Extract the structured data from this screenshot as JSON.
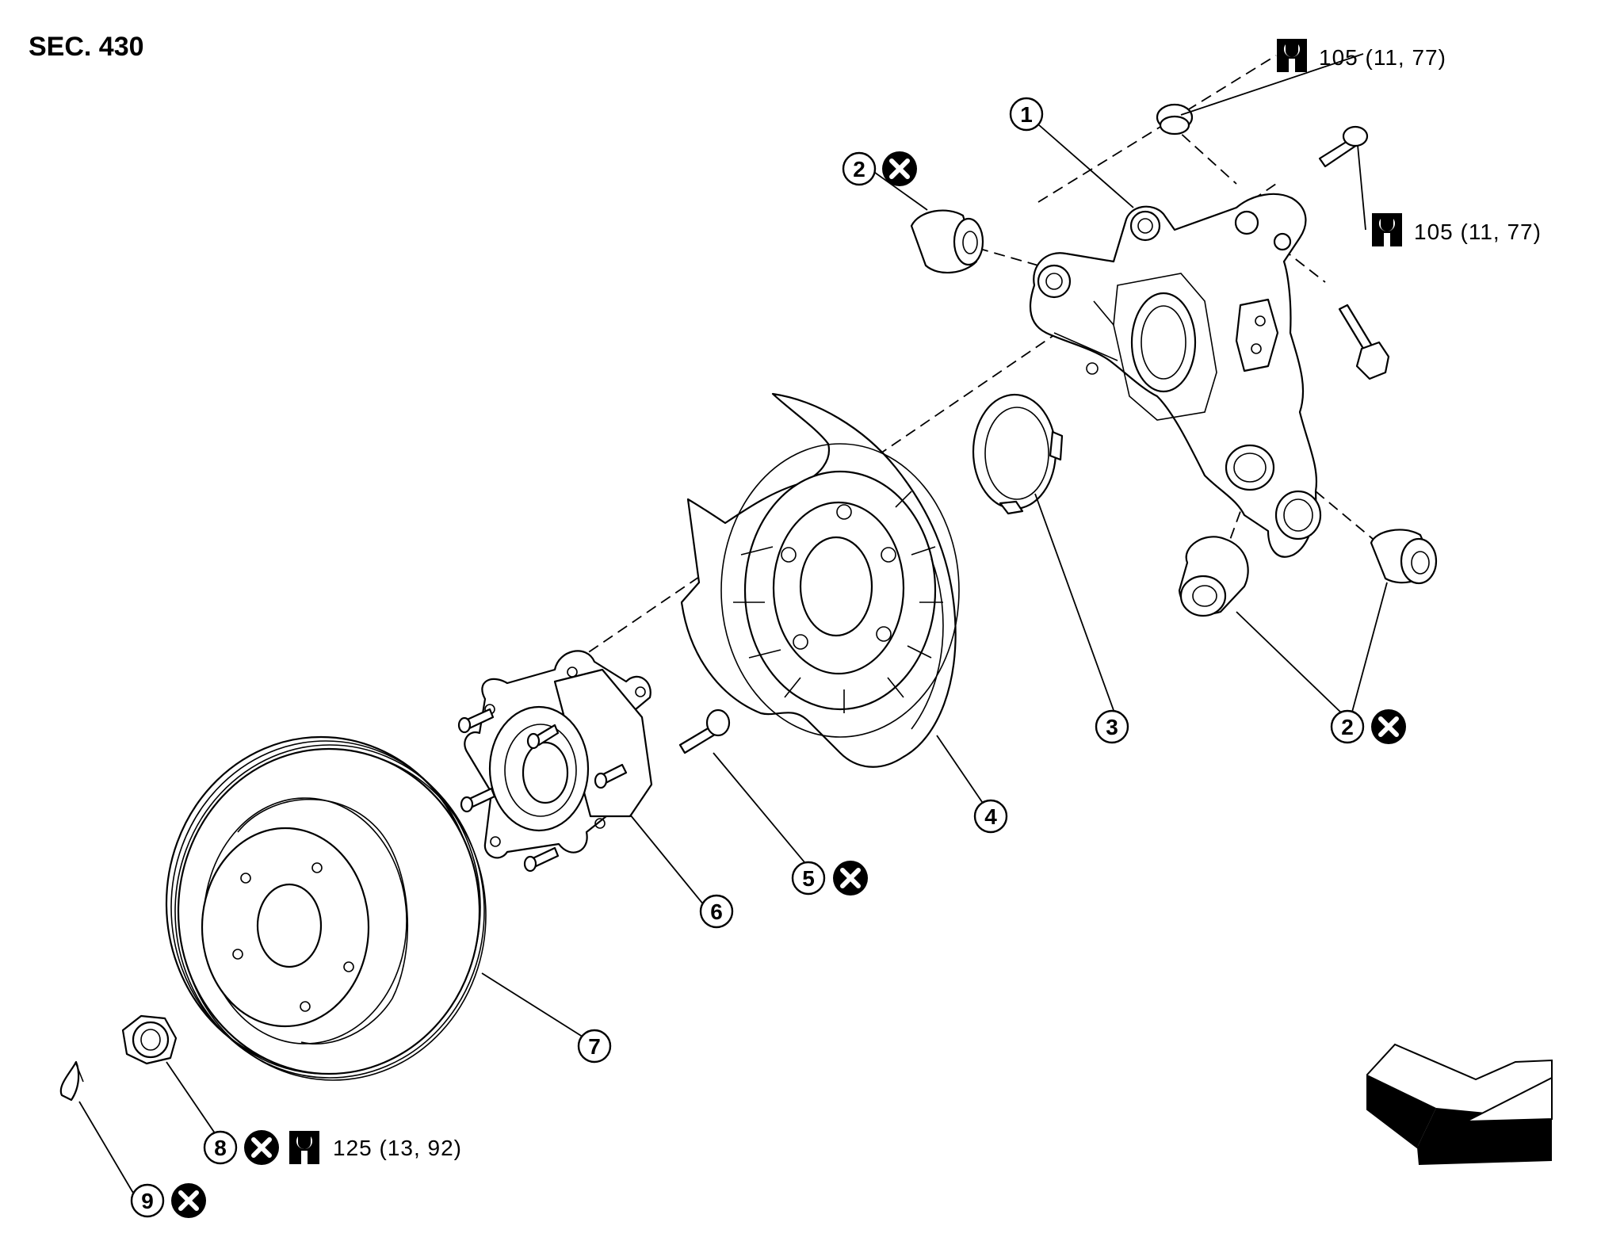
{
  "section_label": "SEC. 430",
  "torque_upper_nut": "105 (11, 77)",
  "torque_upper_bolt": "105 (11, 77)",
  "torque_hub_nut": "125 (13, 92)",
  "callouts": [
    "1",
    "2",
    "2",
    "3",
    "4",
    "5",
    "6",
    "7",
    "8",
    "9"
  ],
  "icons": {
    "do_not_reuse": "x-circle-icon",
    "tightening_torque": "torque-wrench-icon",
    "front_direction": "front-arrow-icon"
  }
}
